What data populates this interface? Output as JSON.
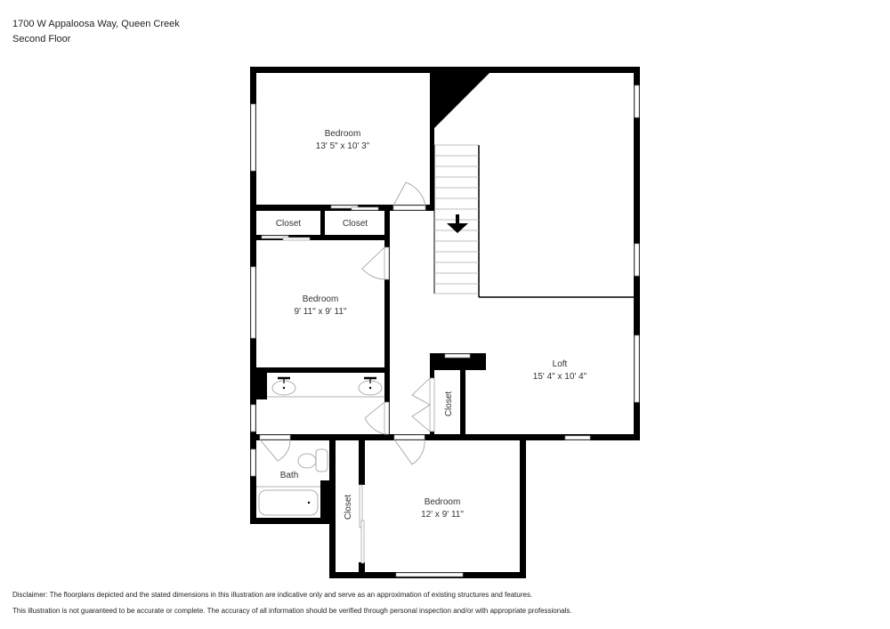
{
  "header": {
    "address": "1700 W Appaloosa Way, Queen Creek",
    "floor": "Second Floor"
  },
  "rooms": {
    "bedroom_top": {
      "name": "Bedroom",
      "dims": "13' 5\" x 10' 3\""
    },
    "closet_left": {
      "name": "Closet"
    },
    "closet_right": {
      "name": "Closet"
    },
    "bedroom_mid": {
      "name": "Bedroom",
      "dims": "9' 11\" x 9' 11\""
    },
    "loft": {
      "name": "Loft",
      "dims": "15' 4\" x 10' 4\""
    },
    "closet_loft": {
      "name": "Closet"
    },
    "bath": {
      "name": "Bath"
    },
    "closet_bottom": {
      "name": "Closet"
    },
    "bedroom_bottom": {
      "name": "Bedroom",
      "dims": "12' x 9' 11\""
    }
  },
  "icons": {
    "stair_direction": "arrow-down-icon"
  },
  "colors": {
    "wall": "#000000",
    "background": "#ffffff",
    "fixture_line": "#999999"
  },
  "disclaimer": {
    "line1": "Disclaimer: The floorplans depicted and the stated dimensions in this illustration are indicative only and serve as an approximation of existing structures and features.",
    "line2": "This illustration is not guaranteed to be accurate or complete. The accuracy of all information should be verified through personal inspection and/or with appropriate professionals."
  }
}
